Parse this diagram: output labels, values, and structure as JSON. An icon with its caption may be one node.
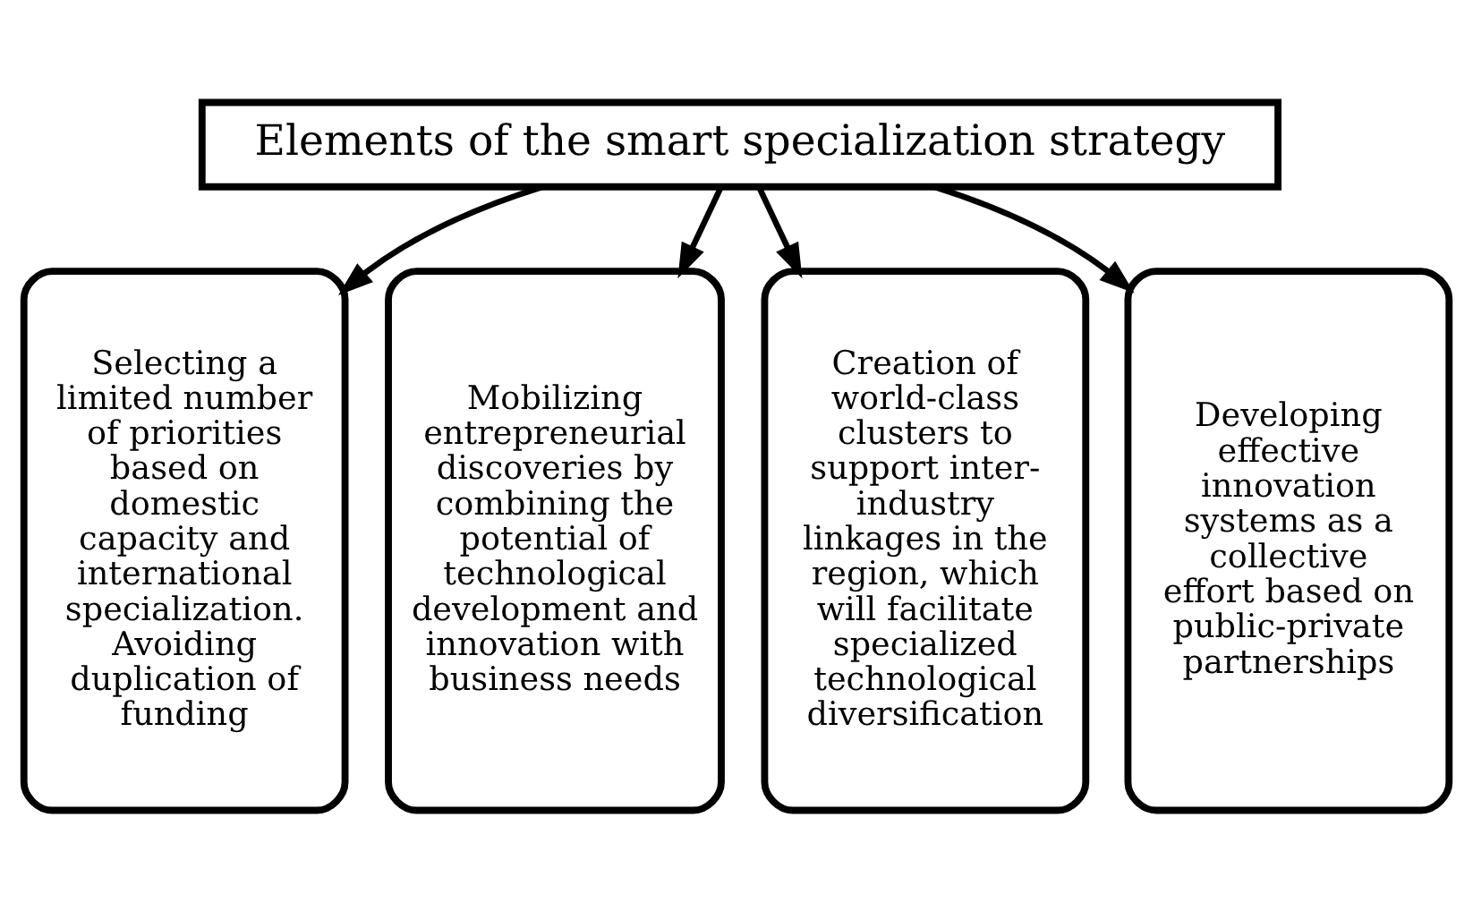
{
  "diagram": {
    "nodes": [
      {
        "text": [
          "Elements of the smart specialization strategy"
        ]
      },
      {
        "text": [
          "Selecting a limited number of priorities based on domestic capacity and international specialization. Avoiding duplication of funding"
        ]
      },
      {
        "text": [
          "Mobilizing entrepreneurial discoveries by combining the potential of technological development and innovation with business needs"
        ]
      },
      {
        "text": [
          "Creation of world-class clusters to support inter-industry linkages in the region, which will facilitate specialized technological diversification"
        ]
      },
      {
        "text": [
          "Developing effective innovation systems as a collective effort based on public-private partnerships"
        ]
      }
    ],
    "edges": [
      {
        "from": 0,
        "to": 1,
        "arrow": "to"
      },
      {
        "from": 0,
        "to": 2,
        "arrow": "to"
      },
      {
        "from": 0,
        "to": 3,
        "arrow": "to"
      },
      {
        "from": 0,
        "to": 4,
        "arrow": "to"
      }
    ]
  }
}
